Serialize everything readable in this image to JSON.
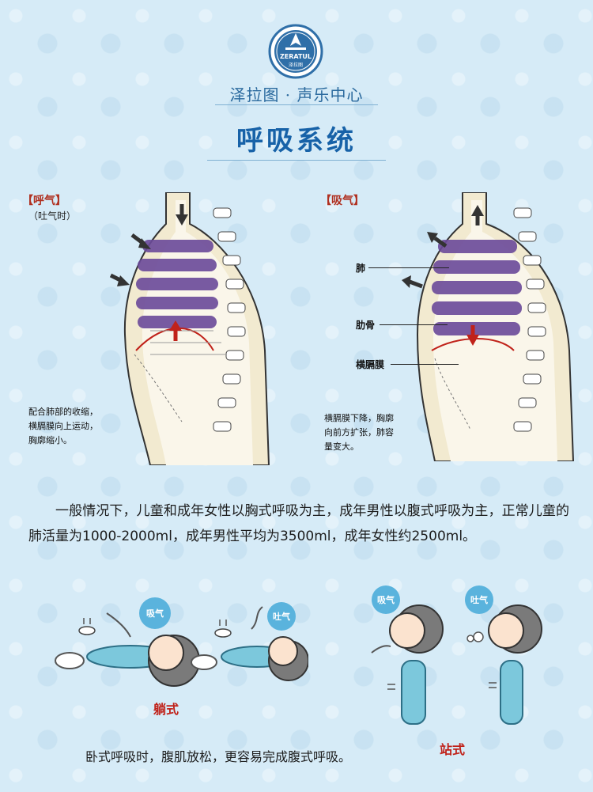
{
  "header": {
    "logo_text": "ZERATUL",
    "logo_subtext": "泽拉图",
    "brand": "泽拉图 · 声乐中心",
    "title": "呼吸系统"
  },
  "exhale": {
    "tag": "【呼气】",
    "subtitle": "（吐气时）",
    "caption_lines": [
      "配合肺部的收缩，",
      "横膈膜向上运动，",
      "胸廓缩小。"
    ]
  },
  "inhale": {
    "tag": "【吸气】",
    "labels": {
      "lung": "肺",
      "rib": "肋骨",
      "diaphragm": "横膈膜"
    },
    "caption_lines": [
      "横膈膜下降，胸廓",
      "向前方扩张，肺容",
      "量变大。"
    ]
  },
  "paragraph": "一般情况下，儿童和成年女性以胸式呼吸为主，成年男性以腹式呼吸为主，正常儿童的肺活量为1000-2000ml，成年男性平均为3500ml，成年女性约2500ml。",
  "lying": {
    "bubble_inhale": "吸气",
    "bubble_exhale": "吐气",
    "caption": "躺式",
    "note": "卧式呼吸时，腹肌放松，更容易完成腹式呼吸。"
  },
  "standing": {
    "bubble_inhale": "吸气",
    "bubble_exhale": "吐气",
    "caption": "站式"
  },
  "colors": {
    "background": "#d6ebf7",
    "title": "#1762a8",
    "accent_red": "#c0221a",
    "bubble": "#5ab3dd",
    "lung_purple": "#6b4a9a"
  }
}
